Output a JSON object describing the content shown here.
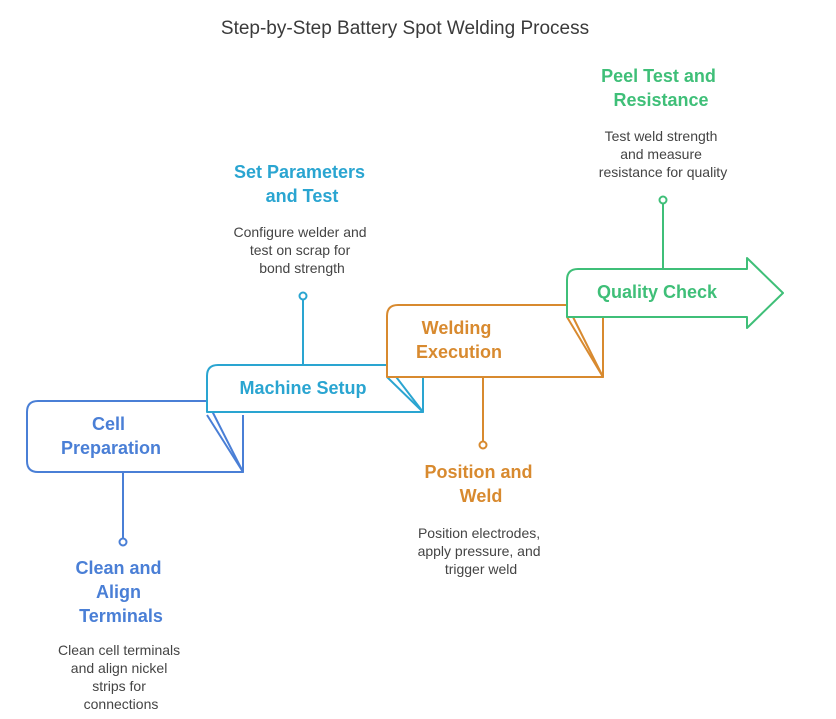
{
  "title": "Step-by-Step Battery Spot Welding Process",
  "colors": {
    "step1": "#4a7fd6",
    "step2": "#2aa5d1",
    "step3": "#d88a2f",
    "step4": "#3fbf78"
  },
  "steps": [
    {
      "label": [
        "Cell",
        "Preparation"
      ],
      "annotation": {
        "title": [
          "Clean and",
          "Align",
          "Terminals"
        ],
        "desc": [
          "Clean cell terminals",
          "and align nickel",
          "strips for",
          "connections"
        ]
      }
    },
    {
      "label": [
        "Machine Setup"
      ],
      "annotation": {
        "title": [
          "Set Parameters",
          "and Test"
        ],
        "desc": [
          "Configure welder and",
          "test on scrap for",
          "bond strength"
        ]
      }
    },
    {
      "label": [
        "Welding",
        "Execution"
      ],
      "annotation": {
        "title": [
          "Position and",
          "Weld"
        ],
        "desc": [
          "Position electrodes,",
          "apply pressure, and",
          "trigger weld"
        ]
      }
    },
    {
      "label": [
        "Quality Check"
      ],
      "annotation": {
        "title": [
          "Peel Test and",
          "Resistance"
        ],
        "desc": [
          "Test weld strength",
          "and measure",
          "resistance for quality"
        ]
      }
    }
  ]
}
